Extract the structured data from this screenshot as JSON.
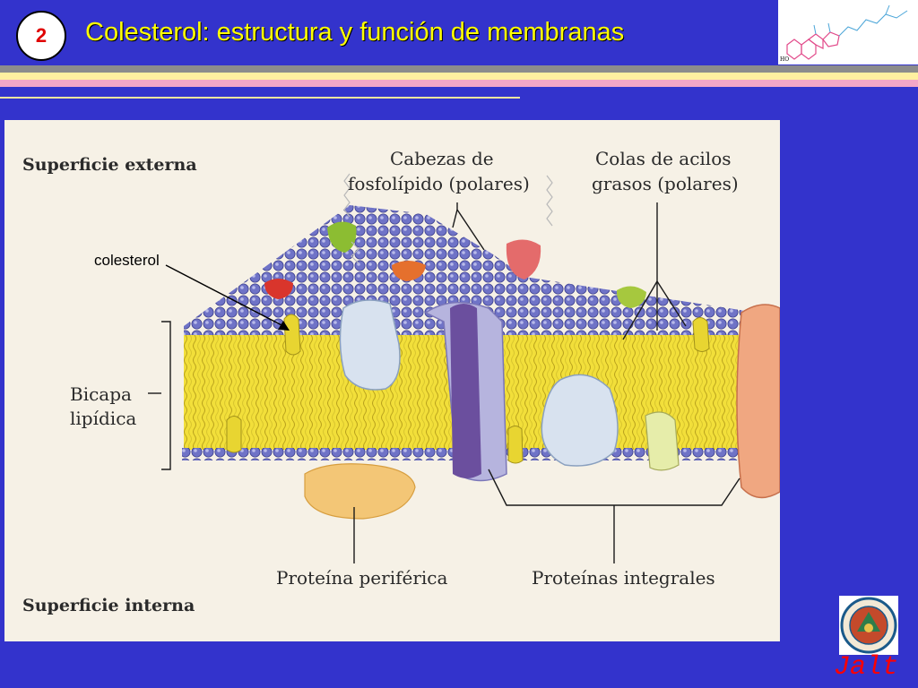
{
  "slide": {
    "number": "2",
    "title": "Colesterol: estructura y función de membranas",
    "author": "Jalt",
    "thumbnail_labels": [
      "HO"
    ]
  },
  "figure": {
    "labels": {
      "outer_surface": "Superficie externa",
      "inner_surface": "Superficie interna",
      "heads_line1": "Cabezas de",
      "heads_line2": "fosfolípido (polares)",
      "tails_line1": "Colas de acilos",
      "tails_line2": "grasos (polares)",
      "cholesterol": "colesterol",
      "bilayer_line1": "Bicapa",
      "bilayer_line2": "lipídica",
      "peripheral": "Proteína periférica",
      "integral": "Proteínas integrales"
    }
  },
  "colors": {
    "background": "#3333cc",
    "title": "#ffff00",
    "badge_number": "#e00000",
    "author": "#ff0000",
    "phospholipid_head": "#6f73c7",
    "lipid_tails": "#f2df3a"
  }
}
